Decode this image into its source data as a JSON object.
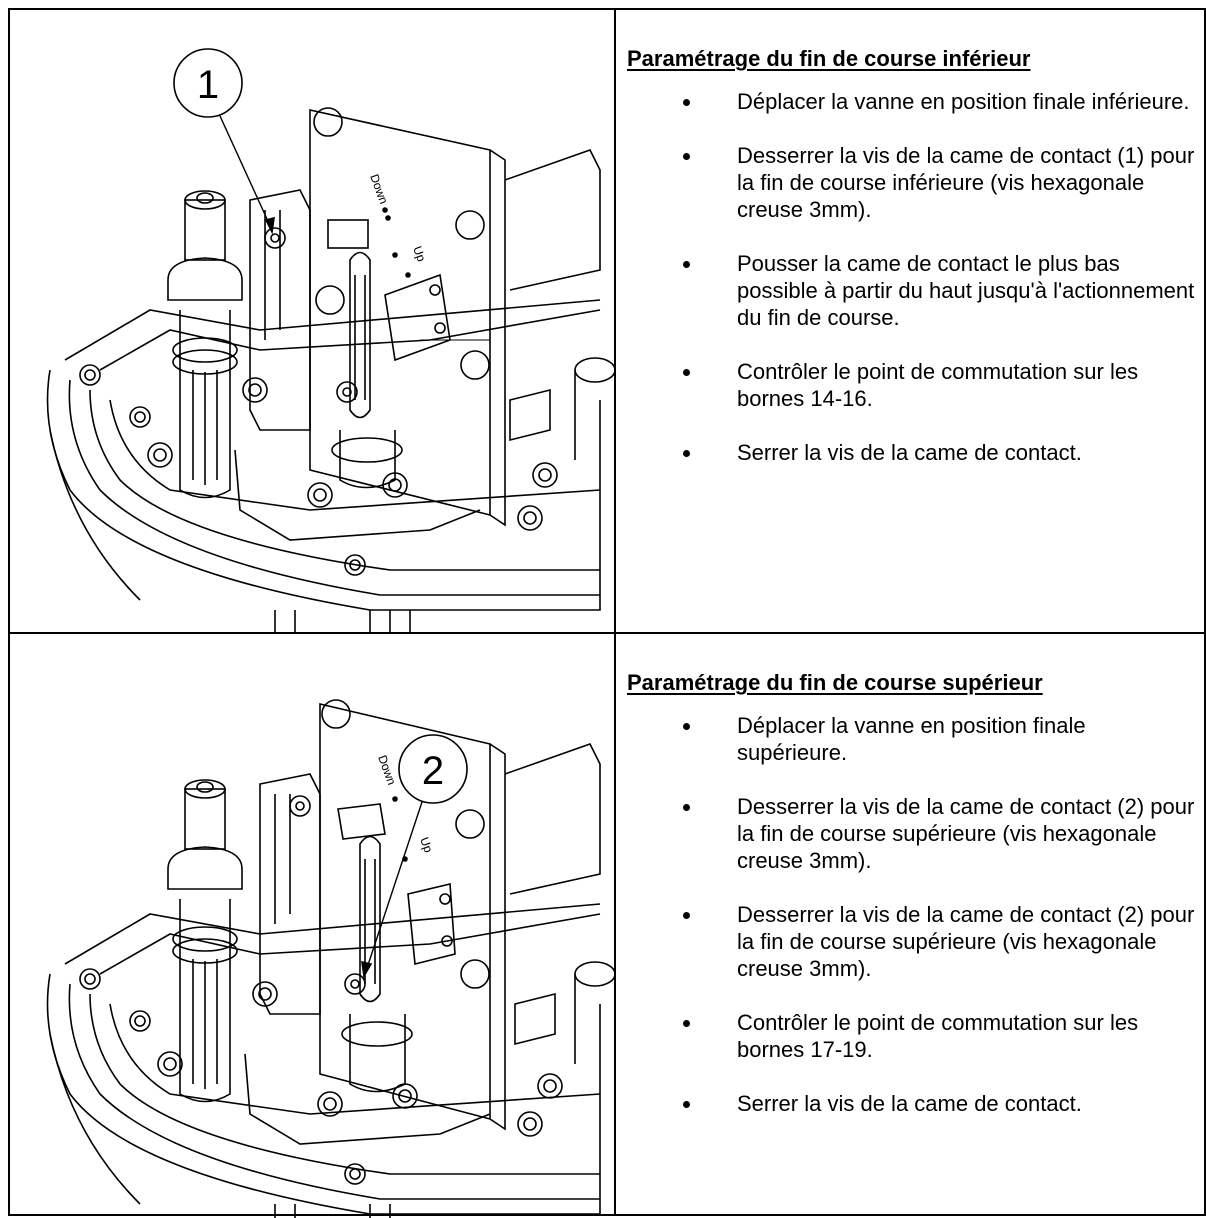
{
  "sections": [
    {
      "callout_number": "1",
      "heading": "Paramétrage du fin de course inférieur",
      "steps": [
        "Déplacer la vanne en position finale inférieure.",
        "Desserrer la vis de la came de contact (1) pour la fin de course inférieure (vis hexagonale creuse 3mm).",
        "Pousser la came de contact le plus bas possible à partir du haut jusqu'à l'actionnement du fin de course.",
        "Contrôler le point de commutation sur les bornes 14-16.",
        "Serrer la vis de la came de contact."
      ]
    },
    {
      "callout_number": "2",
      "heading": "Paramétrage du fin de course supérieur",
      "steps": [
        "Déplacer la vanne en position finale supérieure.",
        "Desserrer la vis de la came de contact (2) pour la fin de course supérieure (vis hexagonale creuse 3mm).",
        "Desserrer la vis de la came de contact (2) pour la fin de course supérieure (vis hexagonale creuse 3mm).",
        "Contrôler le point de commutation sur les bornes 17-19.",
        "Serrer la vis de la came de contact."
      ]
    }
  ],
  "drawing_labels": {
    "down": "Down",
    "up": "Up"
  }
}
